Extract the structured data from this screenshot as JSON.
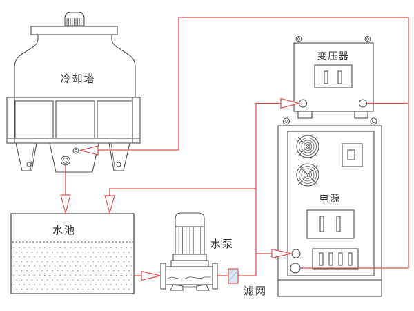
{
  "diagram": {
    "type": "cooling-water-and-power-system-schematic",
    "components": {
      "cooling_tower": {
        "label": "冷却塔"
      },
      "water_pool": {
        "label": "水池"
      },
      "water_pump": {
        "label": "水泵"
      },
      "filter": {
        "label": "滤网"
      },
      "transformer": {
        "label": "变压器"
      },
      "power_supply": {
        "label": "电源"
      }
    },
    "colors": {
      "outline": "#4f4f4f",
      "connection_red": "#e05050",
      "filter_fill": "#d9e8f2",
      "filter_hatch": "#aac9dd",
      "water_dots": "#8a8a8a",
      "background": "#ffffff",
      "label_text": "#333333"
    }
  }
}
